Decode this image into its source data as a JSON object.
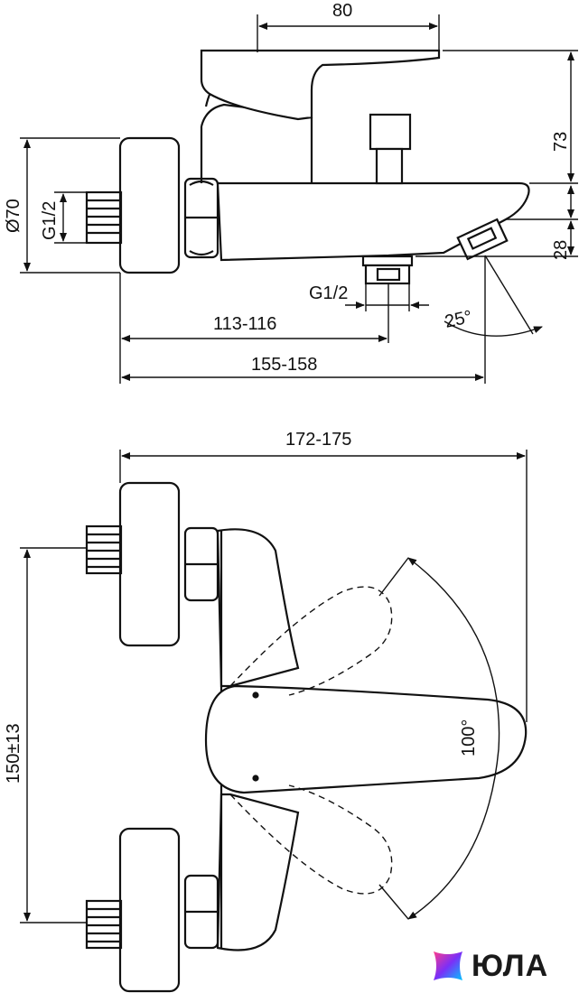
{
  "side_view": {
    "dim_width": "80",
    "dim_height": "73",
    "dim_outlet_height": "28",
    "dim_diameter": "Ø70",
    "thread_inlet": "G1/2",
    "thread_outlet": "G1/2",
    "dim_short": "113-116",
    "dim_long": "155-158",
    "angle_outlet": "25°"
  },
  "top_view": {
    "dim_total": "172-175",
    "dim_centers": "150±13",
    "angle_lever": "100°"
  },
  "watermark": {
    "text": "ЮЛА",
    "colors": [
      "#ff3d8b",
      "#7b2ff7",
      "#00c6ff"
    ]
  }
}
